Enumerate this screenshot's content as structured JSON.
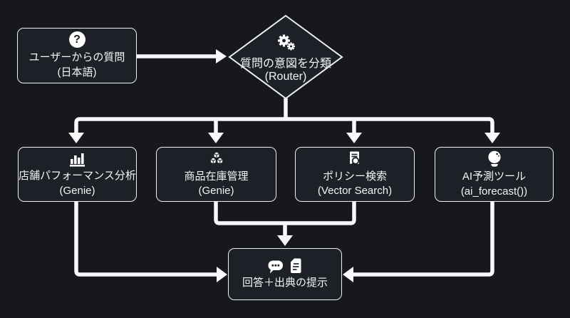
{
  "diagram": {
    "type": "flowchart",
    "colors": {
      "background": "#16181c",
      "node_fill": "#1d2027",
      "node_border": "#eef0f2",
      "connector": "#f7f8f9",
      "text": "#f3f5f7"
    },
    "nodes": {
      "user_question": {
        "icon": "question-circle-icon",
        "line1": "ユーザーからの質問",
        "line2": "(日本語)"
      },
      "router": {
        "icon": "gears-icon",
        "line1": "質問の意図を分類",
        "line2": "(Router)",
        "shape": "diamond"
      },
      "store_performance": {
        "icon": "bar-chart-icon",
        "line1": "店舗パフォーマンス分析",
        "line2": "(Genie)"
      },
      "inventory": {
        "icon": "cubes-icon",
        "line1": "商品在庫管理",
        "line2": "(Genie)"
      },
      "policy_search": {
        "icon": "document-search-icon",
        "line1": "ポリシー検索",
        "line2": "(Vector Search)"
      },
      "ai_forecast": {
        "icon": "crystal-ball-icon",
        "line1": "AI予測ツール",
        "line2": "(ai_forecast())"
      },
      "answer": {
        "icons": "chat-bubble-icon, document-icon",
        "line1": "回答＋出典の提示"
      }
    },
    "edges": [
      "user_question -> router",
      "router -> store_performance",
      "router -> inventory",
      "router -> policy_search",
      "router -> ai_forecast",
      "store_performance -> answer",
      "inventory -> answer",
      "policy_search -> answer",
      "ai_forecast -> answer"
    ],
    "icon_glyph": {
      "question_mark": "?"
    }
  }
}
